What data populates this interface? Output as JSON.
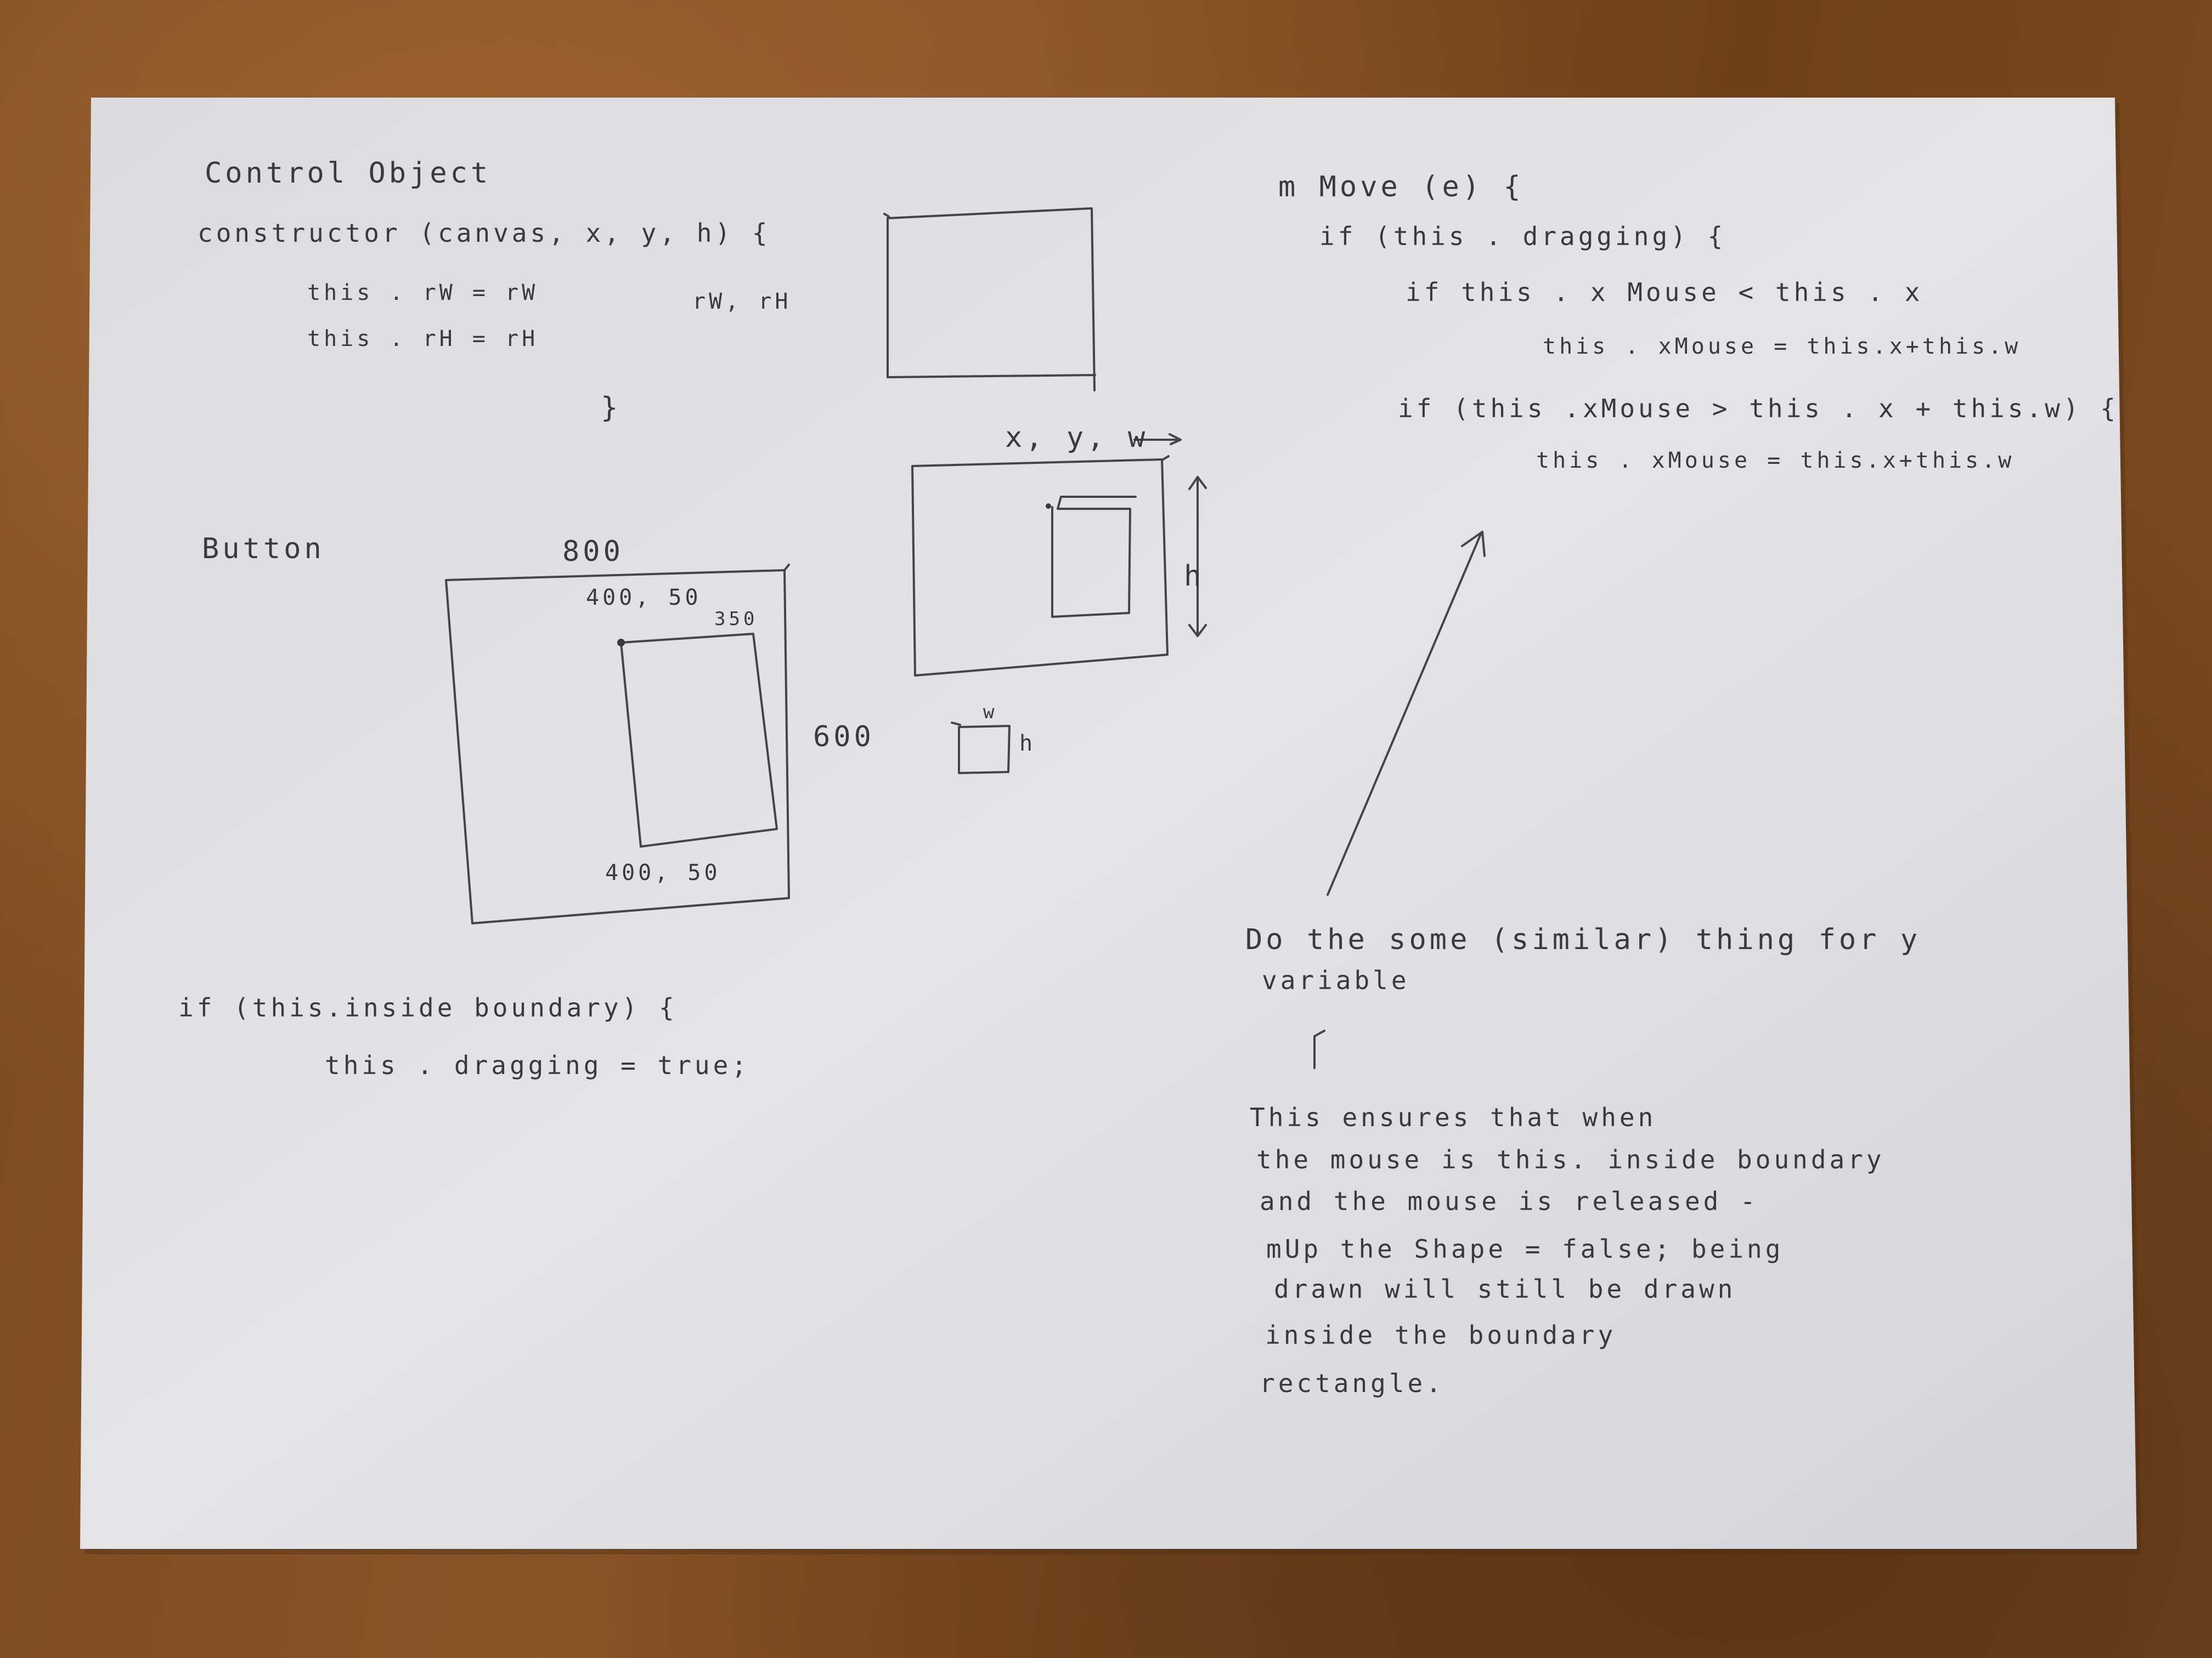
{
  "notes": {
    "title": "Control Object",
    "constructor_line": "constructor (canvas, x, y, h) {",
    "rw_line": "this . rW = rW",
    "rh_line": "this . rH = rH",
    "rw_rh_params": "rW, rH",
    "closing_brace": "}",
    "button_label": "Button",
    "if_inside_line": "if (this.inside boundary) {",
    "dragging_true_line": "this . dragging = true;"
  },
  "diagram": {
    "width_label": "800",
    "height_label": "600",
    "top_coord": "400, 50",
    "inner_width": "350",
    "bottom_coord": "400, 50",
    "xyw_label": "x, y, w",
    "h_label": "h",
    "small_w": "w",
    "small_h": "h"
  },
  "code": {
    "mmove_line": "m Move (e) {",
    "if_dragging_line": "if (this . dragging) {",
    "if_xmouse_less_line": "if this . x Mouse < this . x",
    "assign_x_line": "this . xMouse = this.x+this.w",
    "if_xmouse_greater_line": "if (this .xMouse > this . x + this.w) {",
    "assign_xw_line": "this . xMouse = this.x+this.w"
  },
  "annotation": {
    "line1": "Do the some (similar) thing for y",
    "line2": "variable",
    "para": [
      "This ensures that when",
      "the mouse is this. inside boundary",
      "and the mouse is released -",
      "mUp the Shape = false; being",
      "drawn will still be drawn",
      "inside the boundary",
      "rectangle."
    ]
  }
}
